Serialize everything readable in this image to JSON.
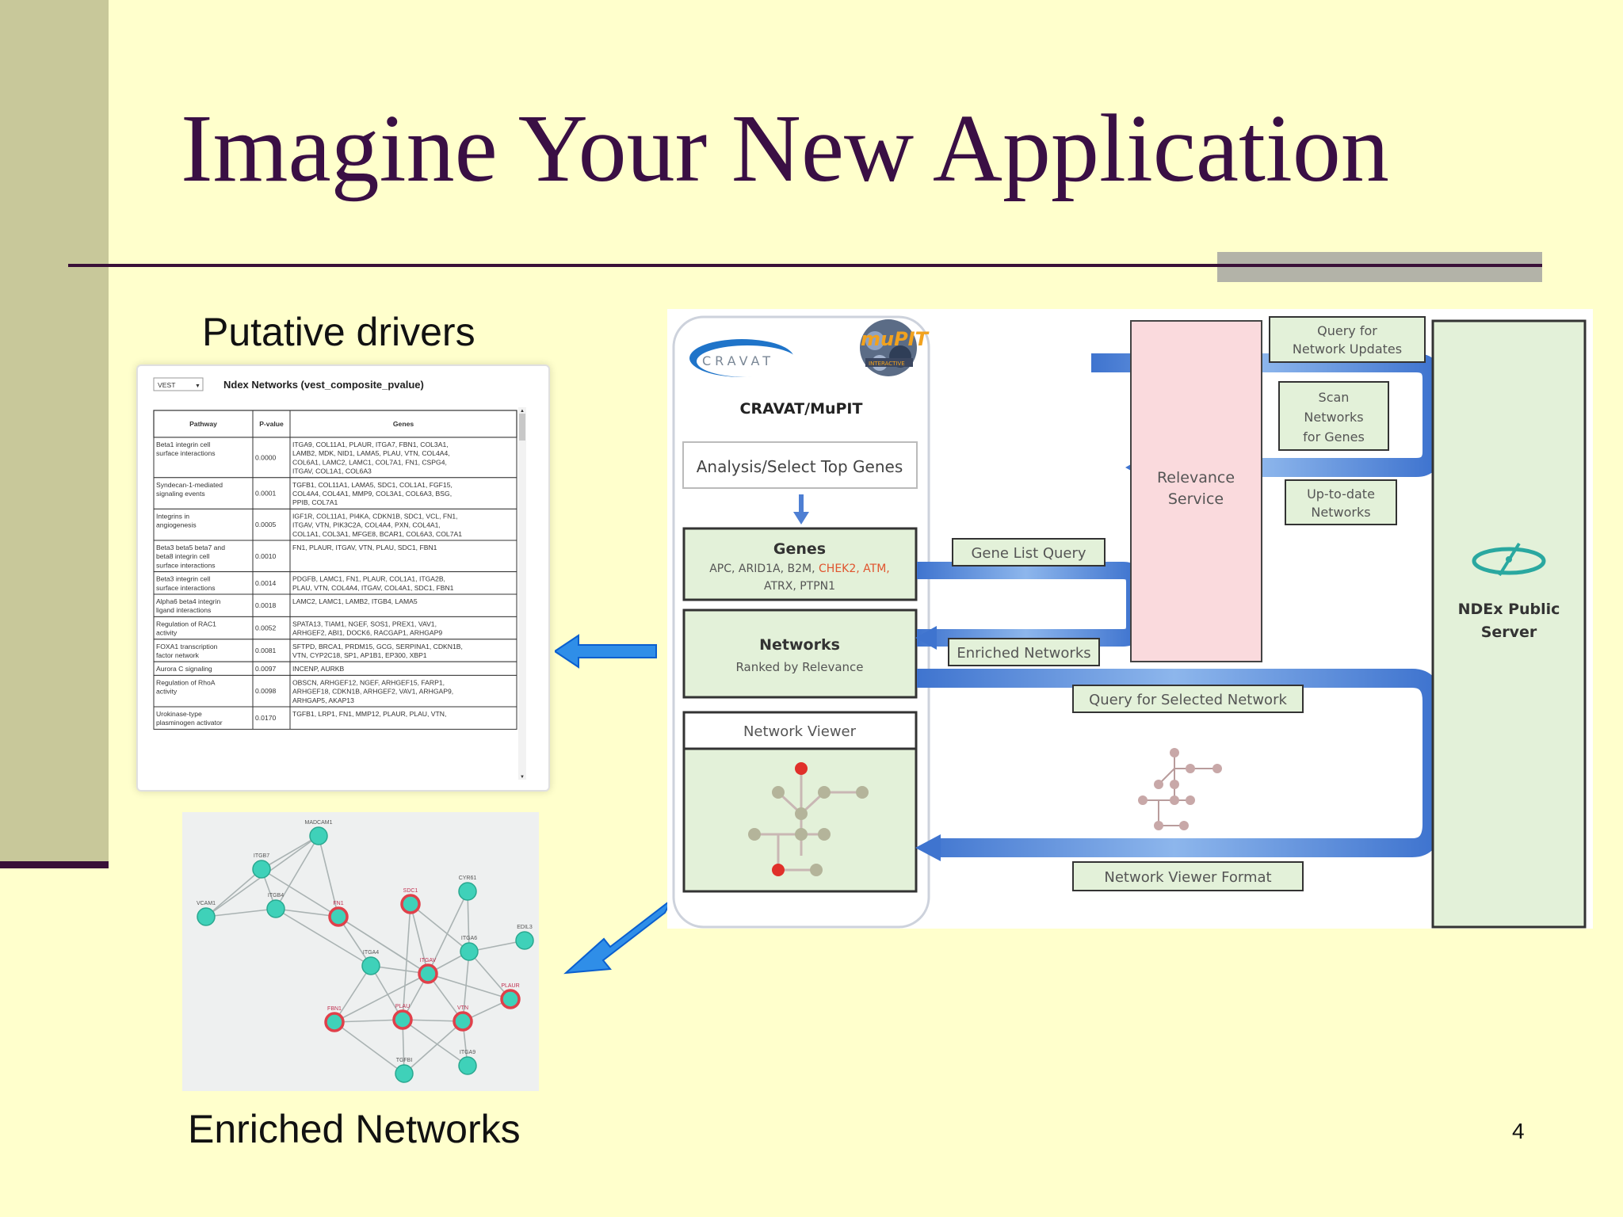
{
  "slide": {
    "title": "Imagine Your New Application",
    "page_number": "4",
    "label_top_left": "Putative drivers",
    "label_bottom_left": "Enriched Networks"
  },
  "drivers_table": {
    "select_value": "VEST",
    "heading": "Ndex Networks (vest_composite_pvalue)",
    "columns": [
      "Pathway",
      "P-value",
      "Genes"
    ],
    "rows": [
      {
        "pathway": [
          "Beta1 integrin cell",
          "surface interactions"
        ],
        "pvalue": "0.0000",
        "genes": [
          "ITGA9, COL11A1, PLAUR, ITGA7, FBN1, COL3A1,",
          "LAMB2, MDK, NID1, LAMA5, PLAU, VTN, COL4A4,",
          "COL6A1, LAMC2, LAMC1, COL7A1, FN1, CSPG4,",
          "ITGAV, COL1A1, COL6A3"
        ]
      },
      {
        "pathway": [
          "Syndecan-1-mediated",
          "signaling events"
        ],
        "pvalue": "0.0001",
        "genes": [
          "TGFB1, COL11A1, LAMA5, SDC1, COL1A1, FGF15,",
          "COL4A4, COL4A1, MMP9, COL3A1, COL6A3, BSG,",
          "PPIB, COL7A1"
        ]
      },
      {
        "pathway": [
          "Integrins in",
          "angiogenesis"
        ],
        "pvalue": "0.0005",
        "genes": [
          "IGF1R, COL11A1, PI4KA, CDKN1B, SDC1, VCL, FN1,",
          "ITGAV, VTN, PIK3C2A, COL4A4, PXN, COL4A1,",
          "COL1A1, COL3A1, MFGE8, BCAR1, COL6A3, COL7A1"
        ]
      },
      {
        "pathway": [
          "Beta3 beta5 beta7 and",
          "beta8 integrin cell",
          "surface interactions"
        ],
        "pvalue": "0.0010",
        "genes": [
          "FN1, PLAUR, ITGAV, VTN, PLAU, SDC1, FBN1"
        ]
      },
      {
        "pathway": [
          "Beta3 integrin cell",
          "surface interactions"
        ],
        "pvalue": "0.0014",
        "genes": [
          "PDGFB, LAMC1, FN1, PLAUR, COL1A1, ITGA2B,",
          "PLAU, VTN, COL4A4, ITGAV, COL4A1, SDC1, FBN1"
        ]
      },
      {
        "pathway": [
          "Alpha6 beta4 integrin",
          "ligand interactions"
        ],
        "pvalue": "0.0018",
        "genes": [
          "LAMC2, LAMC1, LAMB2, ITGB4, LAMA5"
        ]
      },
      {
        "pathway": [
          "Regulation of RAC1",
          "activity"
        ],
        "pvalue": "0.0052",
        "genes": [
          "SPATA13, TIAM1, NGEF, SOS1, PREX1, VAV1,",
          "ARHGEF2, ABI1, DOCK6, RACGAP1, ARHGAP9"
        ]
      },
      {
        "pathway": [
          "FOXA1 transcription",
          "factor network"
        ],
        "pvalue": "0.0081",
        "genes": [
          "SFTPD, BRCA1, PRDM15, GCG, SERPINA1, CDKN1B,",
          "VTN, CYP2C18, SP1, AP1B1, EP300, XBP1"
        ]
      },
      {
        "pathway": [
          "Aurora C signaling"
        ],
        "pvalue": "0.0097",
        "genes": [
          "INCENP, AURKB"
        ]
      },
      {
        "pathway": [
          "Regulation of RhoA",
          "activity"
        ],
        "pvalue": "0.0098",
        "genes": [
          "OBSCN, ARHGEF12, NGEF, ARHGEF15, FARP1,",
          "ARHGEF18, CDKN1B, ARHGEF2, VAV1, ARHGAP9,",
          "ARHGAP5, AKAP13"
        ]
      },
      {
        "pathway": [
          "Urokinase-type",
          "plasminogen activator"
        ],
        "pvalue": "0.0170",
        "genes": [
          "TGFB1, LRP1, FN1, MMP12, PLAUR, PLAU, VTN,"
        ]
      }
    ]
  },
  "network_graph": {
    "node_labels": [
      "MADCAM1",
      "ITGB7",
      "VCAM1",
      "ITGB4",
      "FN1",
      "SDC1",
      "CYR61",
      "EDIL3",
      "ITGA4",
      "ITGA6",
      "ITGAV",
      "PLAUR",
      "FBN1",
      "PLAU",
      "VTN",
      "TGFBI",
      "ITGA9"
    ]
  },
  "diagram": {
    "cravat_logo_text": "CRAVAT",
    "mupit_logo_text": "muPIT",
    "mupit_logo_sub": "INTERACTIVE",
    "cravat_mupit_label": "CRAVAT/MuPIT",
    "analysis_box": "Analysis/Select Top Genes",
    "genes_title": "Genes",
    "genes_line1_normal": "APC, ARID1A, B2M, ",
    "genes_line1_highlight": "CHEK2, ATM,",
    "genes_line2": "ATRX, PTPN1",
    "networks_title": "Networks",
    "networks_subtitle": "Ranked by Relevance",
    "network_viewer_title": "Network Viewer",
    "relevance_service": [
      "Relevance",
      "Service"
    ],
    "query_network_updates": [
      "Query for",
      "Network Updates"
    ],
    "scan_networks": [
      "Scan",
      "Networks",
      "for Genes"
    ],
    "up_to_date_networks": [
      "Up-to-date",
      "Networks"
    ],
    "gene_list_query": "Gene List Query",
    "enriched_networks": "Enriched Networks",
    "query_selected_network": "Query for Selected Network",
    "network_viewer_format": "Network Viewer Format",
    "ndex_server": [
      "NDEx Public",
      "Server"
    ]
  },
  "colors": {
    "title": "#3a0f44",
    "background": "#ffffcc",
    "sidebar": "#c8c89a",
    "box_green": "#e3f1d9",
    "box_pink": "#fadadd",
    "arrow_blue": "#5b8fd6",
    "highlight_red": "#e0542e"
  }
}
